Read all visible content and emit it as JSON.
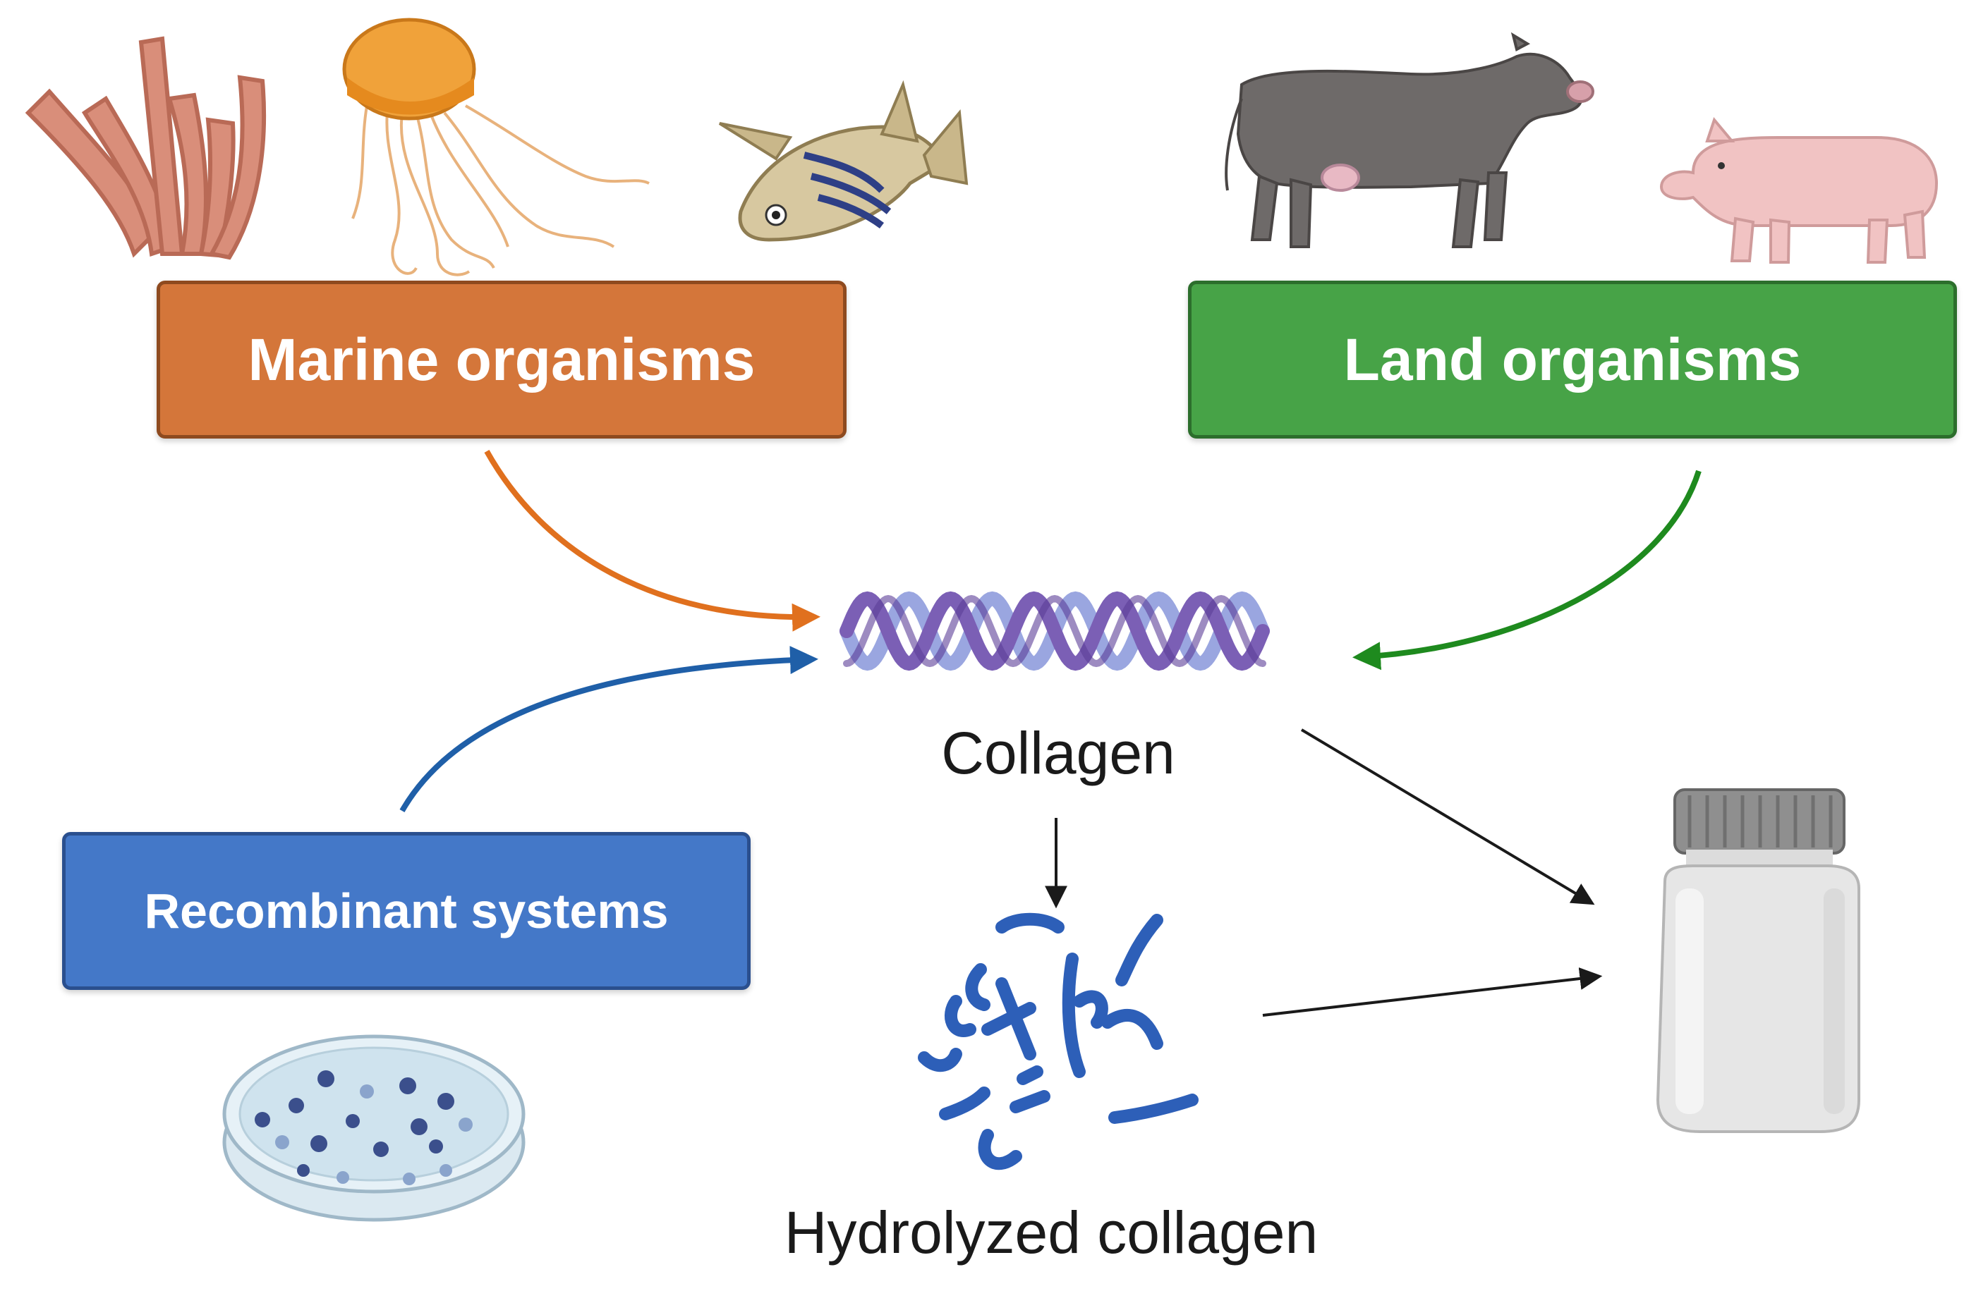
{
  "sources": {
    "marine": {
      "label": "Marine organisms",
      "color": "#d4763a"
    },
    "land": {
      "label": "Land organisms",
      "color": "#47a347"
    },
    "recombinant": {
      "label": "Recombinant systems",
      "color": "#4478c8"
    }
  },
  "products": {
    "collagen": {
      "label": "Collagen"
    },
    "hydrolyzed": {
      "label": "Hydrolyzed collagen"
    }
  },
  "icons": [
    "coral-icon",
    "jellyfish-icon",
    "fish-icon",
    "cow-icon",
    "pig-icon",
    "petri-dish-icon",
    "collagen-helix-icon",
    "hydrolyzed-fragments-icon",
    "supplement-bottle-icon"
  ],
  "arrow_colors": {
    "marine": "#e0701e",
    "land": "#1e8a1e",
    "recombinant": "#1f5fa8",
    "product": "#1a1a1a"
  }
}
